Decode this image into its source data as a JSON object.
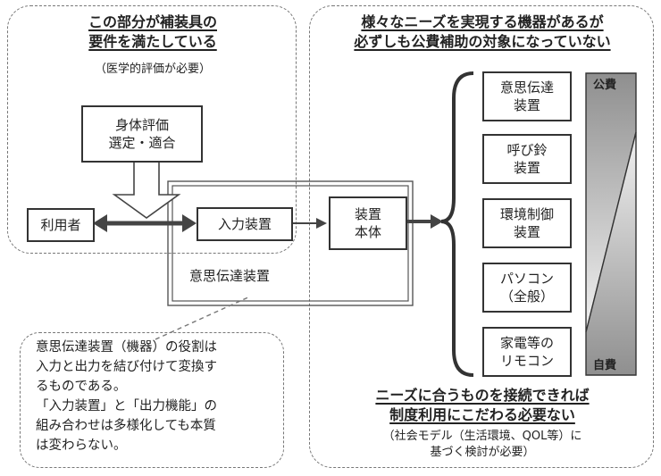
{
  "left_panel": {
    "title_line1": "この部分が補装具の",
    "title_line2": "要件を満たしている",
    "note": "（医学的評価が必要）"
  },
  "right_panel": {
    "title_line1": "様々なニーズを実現する機器があるが",
    "title_line2": "必ずしも公費補助の対象になっていない",
    "bottom_line1": "ニーズに合うものを接続できれば",
    "bottom_line2": "制度利用にこだわる必要ない",
    "note_line1": "（社会モデル（生活環境、QOL等）に",
    "note_line2": "基づく検討が必要）"
  },
  "assessment": {
    "line1": "身体評価",
    "line2": "選定・適合"
  },
  "user_label": "利用者",
  "input_device_label": "入力装置",
  "device_body": {
    "line1": "装置",
    "line2": "本体"
  },
  "frame_label": "意思伝達装置",
  "devices": [
    {
      "line1": "意思伝達",
      "line2": "装置"
    },
    {
      "line1": "呼び鈴",
      "line2": "装置"
    },
    {
      "line1": "環境制御",
      "line2": "装置"
    },
    {
      "line1": "パソコン",
      "line2": "（全般）"
    },
    {
      "line1": "家電等の",
      "line2": "リモコン"
    }
  ],
  "cost_scale": {
    "top": "公費",
    "bottom": "自費"
  },
  "callout": {
    "lines": [
      "意思伝達装置（機器）の役割は",
      "入力と出力を結び付けて変換す",
      "るものである。",
      "「入力装置」と「出力機能」の",
      "組み合わせは多様化しても本質",
      "は変わらない。"
    ]
  }
}
